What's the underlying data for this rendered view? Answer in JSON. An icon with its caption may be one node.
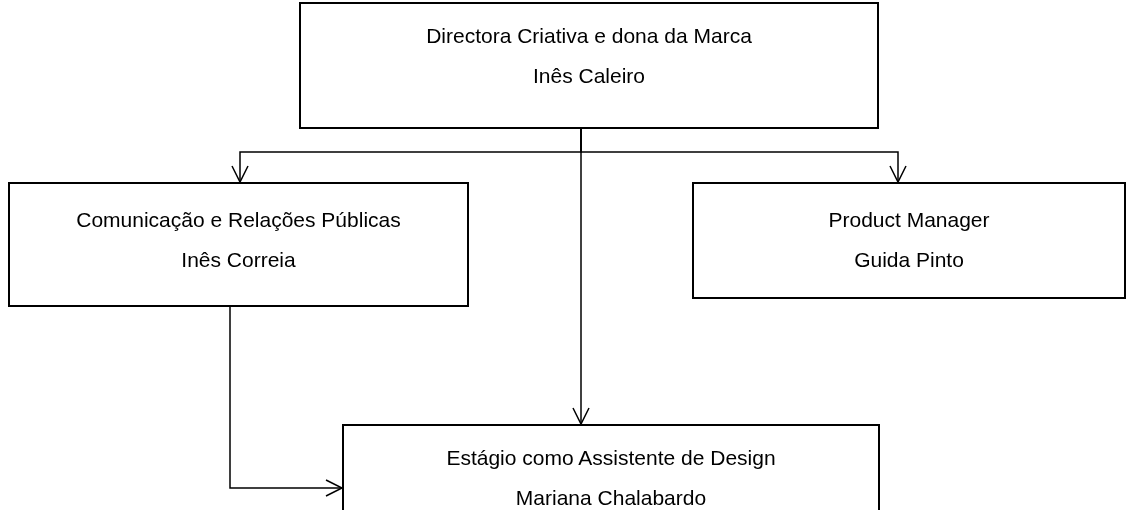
{
  "diagram": {
    "nodes": [
      {
        "text": [
          "Directora Criativa e dona da Marca",
          "Inês Caleiro"
        ]
      },
      {
        "text": [
          "Comunicação e Relações Públicas",
          "Inês Correia"
        ]
      },
      {
        "text": [
          "Product Manager",
          "Guida Pinto"
        ]
      },
      {
        "text": [
          "Estágio como Assistente de Design",
          "Mariana Chalabardo"
        ]
      }
    ],
    "edges": [
      {
        "from": 0,
        "to": 1,
        "arrow": "to"
      },
      {
        "from": 0,
        "to": 2,
        "arrow": "to"
      },
      {
        "from": 0,
        "to": 3,
        "arrow": "to"
      },
      {
        "from": 1,
        "to": 3,
        "arrow": "to"
      }
    ]
  }
}
